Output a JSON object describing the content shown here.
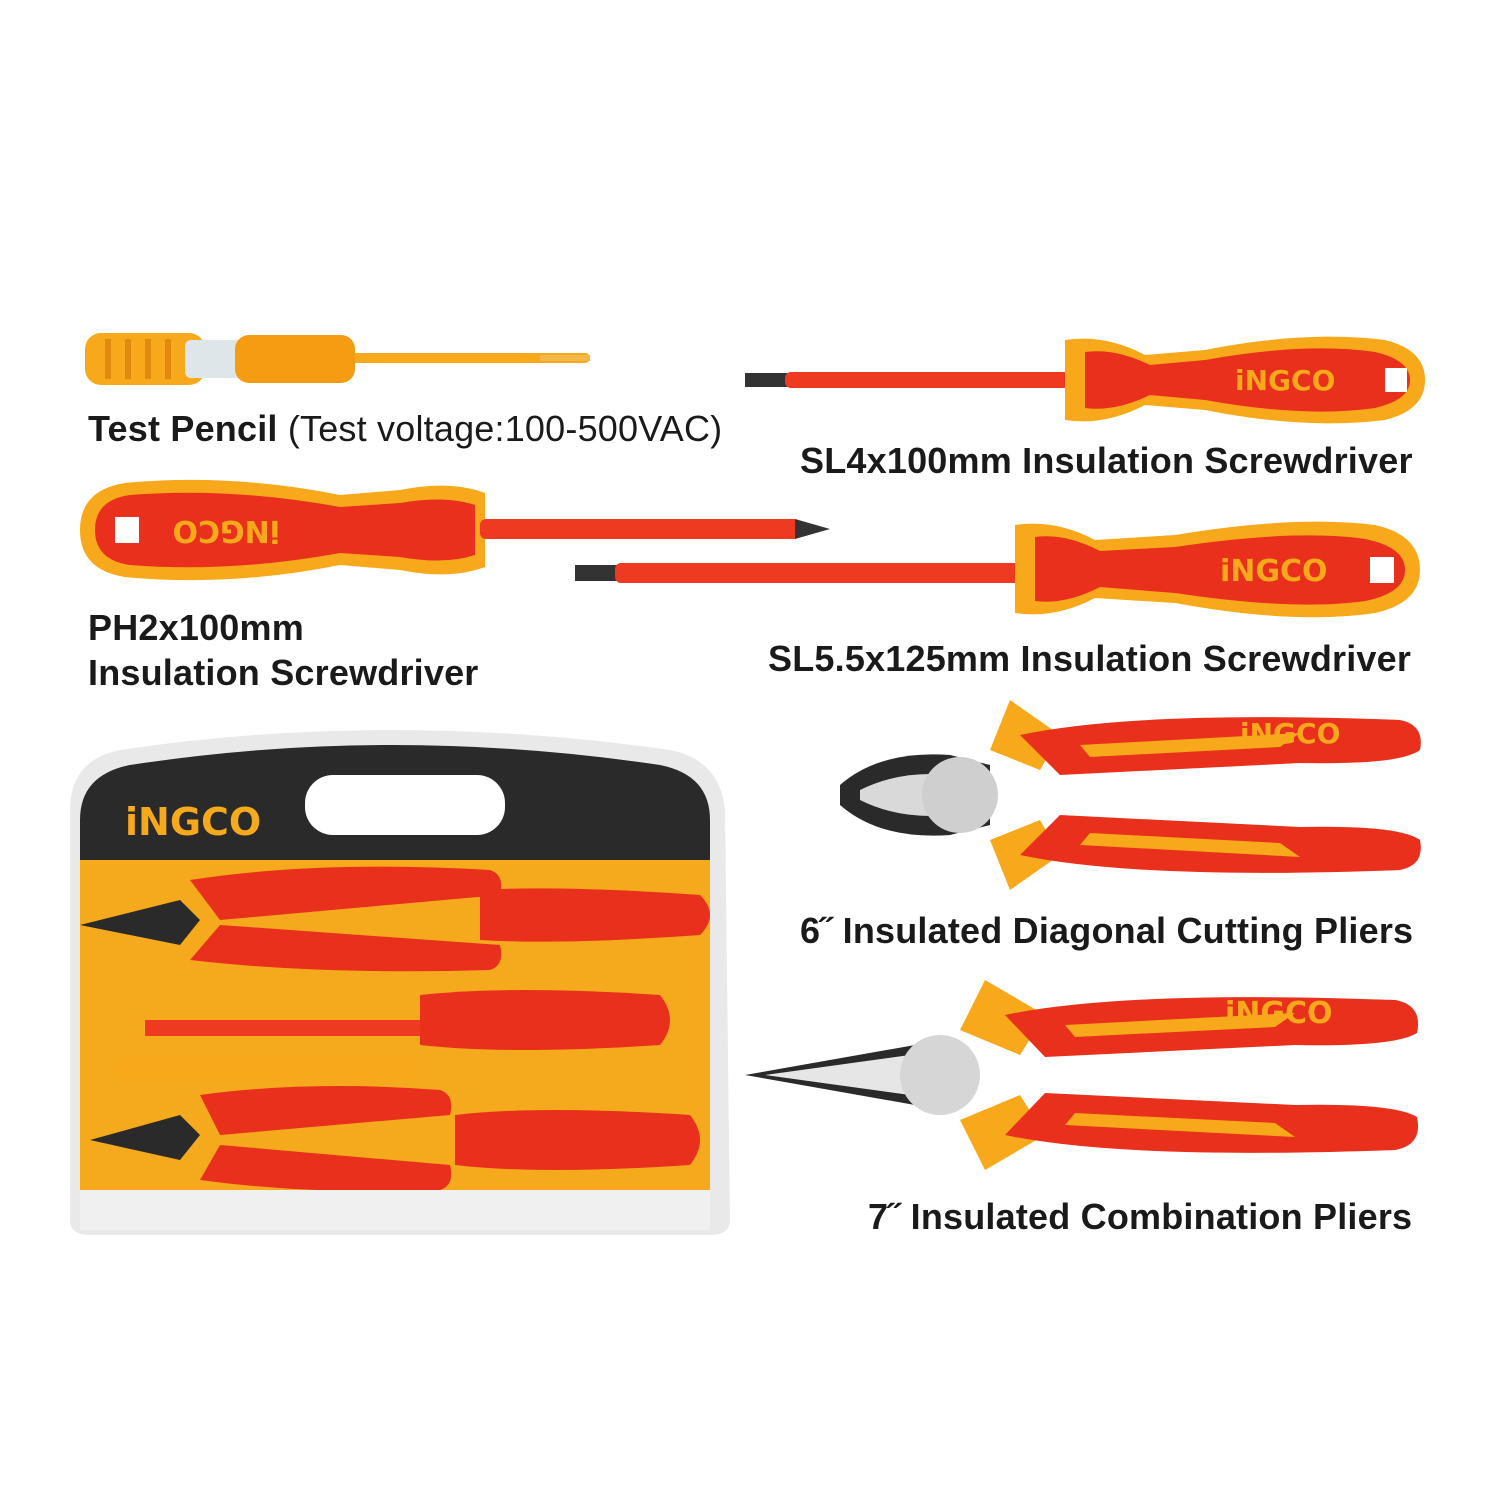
{
  "brand": "INGCO",
  "brand_display": "iNGCO",
  "colors": {
    "handle_red": "#e8301c",
    "handle_orange": "#f7a81b",
    "shaft_red": "#ef3a22",
    "case_yellow": "#f5a91c",
    "case_dark": "#2a2a2a",
    "text": "#1a1a1a"
  },
  "items": {
    "test_pencil": {
      "name": "Test Pencil",
      "spec": "(Test voltage:100-500VAC)"
    },
    "sl4": {
      "name": "SL4x100mm Insulation Screwdriver"
    },
    "ph2": {
      "line1": "PH2x100mm",
      "line2": "Insulation Screwdriver"
    },
    "sl55": {
      "name": "SL5.5x125mm Insulation Screwdriver"
    },
    "diag": {
      "name": "6˝ Insulated Diagonal Cutting Pliers"
    },
    "comb": {
      "name": "7˝ Insulated Combination Pliers"
    }
  }
}
